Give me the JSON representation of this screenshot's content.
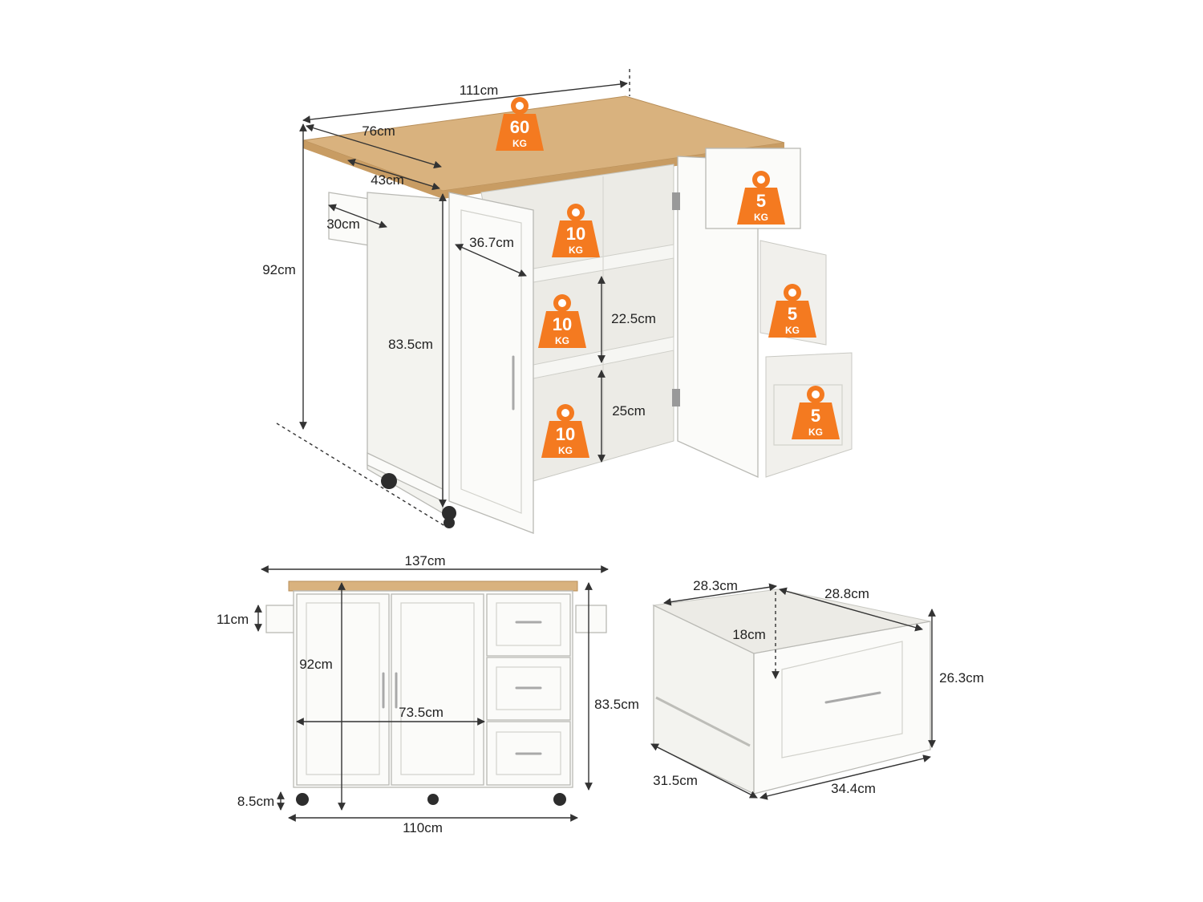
{
  "colors": {
    "accent": "#f47a20",
    "wood": "#d9b27e",
    "cabinet": "#fbfbf9"
  },
  "icons": {
    "weight": "weight-icon"
  },
  "top_view": {
    "width_total": "111cm",
    "top_depth": "76cm",
    "cabinet_depth": "43cm",
    "towel_rack_width": "30cm",
    "height_total": "92cm",
    "cabinet_height": "83.5cm",
    "shelf_depth": "36.7cm",
    "shelf_gap_upper": "22.5cm",
    "shelf_gap_lower": "25cm",
    "weights": {
      "top": {
        "num": "60",
        "unit": "KG"
      },
      "shelf_top": {
        "num": "10",
        "unit": "KG"
      },
      "shelf_mid": {
        "num": "10",
        "unit": "KG"
      },
      "shelf_bottom": {
        "num": "10",
        "unit": "KG"
      },
      "drawer_1": {
        "num": "5",
        "unit": "KG"
      },
      "drawer_2": {
        "num": "5",
        "unit": "KG"
      },
      "drawer_3": {
        "num": "5",
        "unit": "KG"
      }
    }
  },
  "front_view": {
    "width_total": "137cm",
    "rack_height": "11cm",
    "height_total": "92cm",
    "cabinet_width": "73.5cm",
    "cabinet_height": "83.5cm",
    "wheel_height": "8.5cm",
    "base_width": "110cm"
  },
  "drawer_view": {
    "inner_width": "28.3cm",
    "inner_depth": "28.8cm",
    "inner_height": "18cm",
    "outer_height": "26.3cm",
    "outer_depth": "31.5cm",
    "outer_width": "34.4cm"
  }
}
